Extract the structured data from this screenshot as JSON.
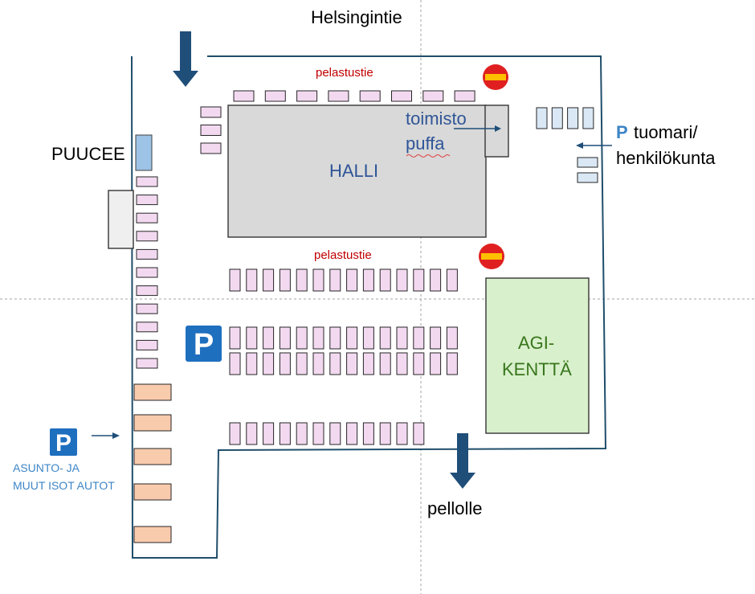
{
  "map": {
    "road_top": "Helsingintie",
    "exit_bottom": "pellolle",
    "hall": "HALLI",
    "office_line1": "toimisto",
    "office_line2": "puffa",
    "rescue_road_top": "pelastustie",
    "rescue_road_bottom": "pelastustie",
    "toilet": "PUUCEE",
    "staff_parking_p": "P",
    "staff_parking_line1": "tuomari/",
    "staff_parking_line2": "henkilökunta",
    "agility_line1": "AGI-",
    "agility_line2": "KENTTÄ",
    "parking_sign": "P",
    "large_vehicle_p": "P",
    "large_vehicle_line1": "ASUNTO- JA",
    "large_vehicle_line2": "MUUT ISOT AUTOT"
  },
  "colors": {
    "boundary": "#1f4e6b",
    "arrow": "#1f4e79",
    "hall_fill": "#d9d9d9",
    "hall_text": "#2f5597",
    "rescue_text": "#c00000",
    "no_entry": "#e02020",
    "no_entry_bar": "#ffc000",
    "car_space_fill": "#f2d9f0",
    "staff_space_fill": "#dae8f5",
    "rv_space_fill": "#f8cbad",
    "agility_fill": "#d9f0cc",
    "agility_text": "#38761d",
    "parking_sign_bg": "#1f6fbf",
    "blue_text": "#3d85c6"
  }
}
